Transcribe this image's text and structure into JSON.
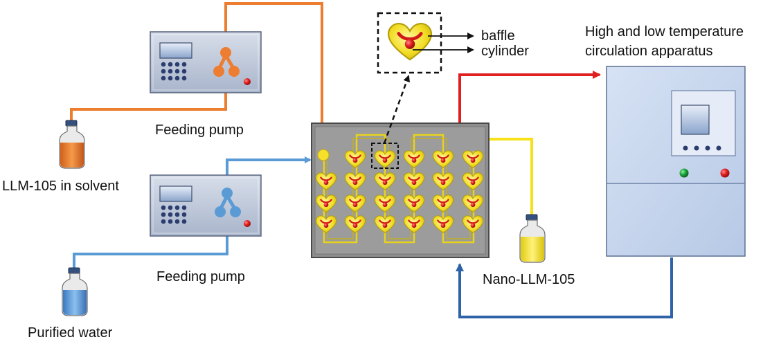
{
  "labels": {
    "feed_pump_1": "Feeding pump",
    "feed_pump_2": "Feeding pump",
    "llm_solvent": "LLM-105 in solvent",
    "purified_water": "Purified water",
    "nano_product": "Nano-LLM-105",
    "baffle": "baffle",
    "cylinder": "cylinder",
    "circ_line1": "High and low temperature",
    "circ_line2": "circulation apparatus"
  },
  "colors": {
    "orange_line": "#ed7d31",
    "blue_line": "#5b9bd5",
    "yellow_line": "#f7e21a",
    "red_line": "#e02020",
    "return_line": "#2e63a8",
    "pump_body": "#b8c4d8",
    "reactor_body": "#8c8c8c",
    "apparatus_body": "#c9d7ee",
    "heart": "#f3e02a",
    "dot": "#d01818"
  },
  "icons": {
    "pump": "pump-icon",
    "bottle": "bottle-icon",
    "heart": "heart-baffle-icon",
    "apparatus": "circulator-icon"
  }
}
